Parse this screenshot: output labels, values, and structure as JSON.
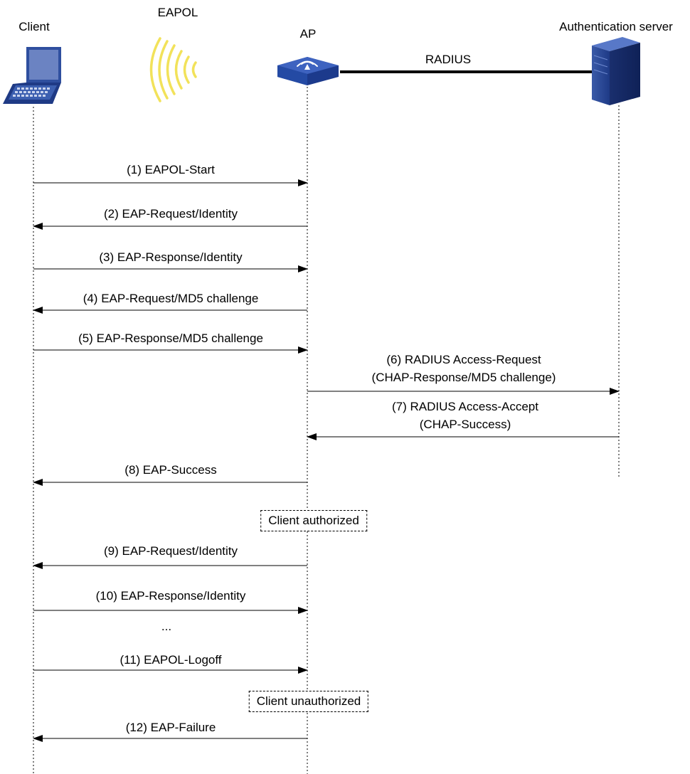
{
  "participants": {
    "client": "Client",
    "eapol": "EAPOL",
    "ap": "AP",
    "radius": "RADIUS",
    "server": "Authentication server"
  },
  "messages": [
    {
      "lines": [
        "(1) EAPOL-Start"
      ],
      "from": "client",
      "to": "ap"
    },
    {
      "lines": [
        "(2) EAP-Request/Identity"
      ],
      "from": "ap",
      "to": "client"
    },
    {
      "lines": [
        "(3) EAP-Response/Identity"
      ],
      "from": "client",
      "to": "ap"
    },
    {
      "lines": [
        "(4) EAP-Request/MD5 challenge"
      ],
      "from": "ap",
      "to": "client"
    },
    {
      "lines": [
        "(5) EAP-Response/MD5 challenge"
      ],
      "from": "client",
      "to": "ap"
    },
    {
      "lines": [
        "(6) RADIUS Access-Request",
        "(CHAP-Response/MD5 challenge)"
      ],
      "from": "ap",
      "to": "server"
    },
    {
      "lines": [
        "(7) RADIUS Access-Accept",
        "(CHAP-Success)"
      ],
      "from": "server",
      "to": "ap"
    },
    {
      "lines": [
        "(8) EAP-Success"
      ],
      "from": "ap",
      "to": "client"
    },
    {
      "lines": [
        "(9) EAP-Request/Identity"
      ],
      "from": "ap",
      "to": "client"
    },
    {
      "lines": [
        "(10) EAP-Response/Identity"
      ],
      "from": "client",
      "to": "ap"
    },
    {
      "lines": [
        "(11) EAPOL-Logoff"
      ],
      "from": "client",
      "to": "ap"
    },
    {
      "lines": [
        "(12) EAP-Failure"
      ],
      "from": "ap",
      "to": "client"
    }
  ],
  "states": {
    "authorized": "Client authorized",
    "unauthorized": "Client unauthorized"
  },
  "ellipsis": "...",
  "icons": {
    "client": "laptop-icon",
    "eapol": "wireless-signal-icon",
    "ap": "access-point-icon",
    "server": "server-icon"
  }
}
